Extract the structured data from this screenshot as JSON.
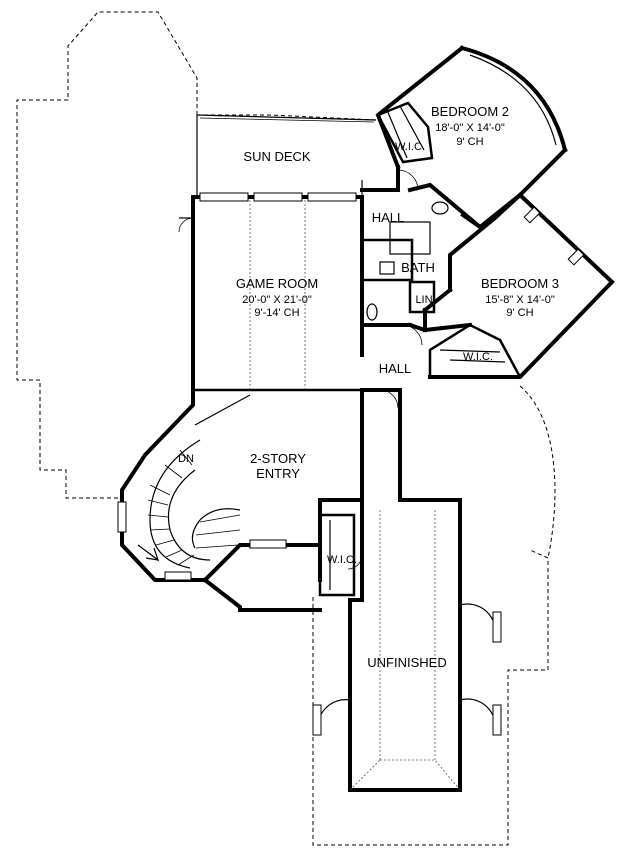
{
  "rooms": {
    "bedroom2": {
      "name": "BEDROOM 2",
      "size": "18'-0\" X 14'-0\"",
      "ceiling": "9' CH"
    },
    "bedroom3": {
      "name": "BEDROOM 3",
      "size": "15'-8\" X 14'-0\"",
      "ceiling": "9' CH"
    },
    "game_room": {
      "name": "GAME ROOM",
      "size": "20'-0\" X 21'-0\"",
      "ceiling": "9'-14' CH"
    },
    "entry": {
      "line1": "2-STORY",
      "line2": "ENTRY"
    },
    "sun_deck": {
      "name": "SUN DECK"
    },
    "hall_upper": {
      "name": "HALL"
    },
    "hall_lower": {
      "name": "HALL"
    },
    "bath": {
      "name": "BATH"
    },
    "lin": {
      "name": "LIN"
    },
    "wic_bed2": {
      "name": "W.I.C."
    },
    "wic_bed3": {
      "name": "W.I.C."
    },
    "wic_entry": {
      "name": "W.I.C."
    },
    "unfinished": {
      "name": "UNFINISHED"
    },
    "stair": {
      "label": "DN"
    }
  }
}
